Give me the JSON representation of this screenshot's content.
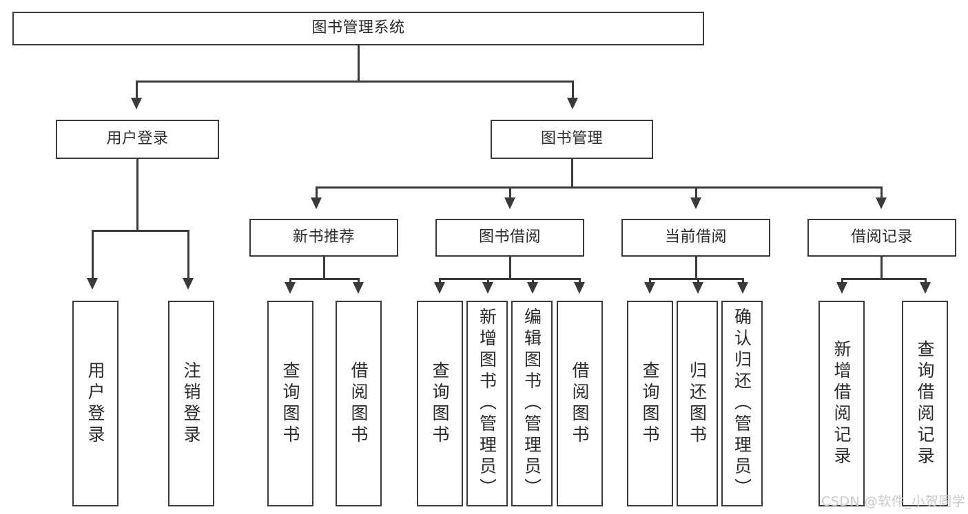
{
  "diagram": {
    "title_box": {
      "label": "图书管理系统"
    },
    "level2": [
      {
        "label": "用户登录"
      },
      {
        "label": "图书管理"
      }
    ],
    "level3": [
      {
        "label": "新书推荐"
      },
      {
        "label": "图书借阅"
      },
      {
        "label": "当前借阅"
      },
      {
        "label": "借阅记录"
      }
    ],
    "leaves": {
      "user_login": [
        {
          "label": "用户登录"
        },
        {
          "label": "注销登录"
        }
      ],
      "new_book_recommend": [
        {
          "label": "查询图书"
        },
        {
          "label": "借阅图书"
        }
      ],
      "book_borrow": [
        {
          "label": "查询图书"
        },
        {
          "label": "新增图书（管理员）"
        },
        {
          "label": "编辑图书（管理员）"
        },
        {
          "label": "借阅图书"
        }
      ],
      "current_borrow": [
        {
          "label": "查询图书"
        },
        {
          "label": "归还图书"
        },
        {
          "label": "确认归还（管理员）"
        }
      ],
      "borrow_record": [
        {
          "label": "新增借阅记录"
        },
        {
          "label": "查询借阅记录"
        }
      ]
    }
  },
  "watermark": {
    "text": "CSDN @软件_小贺同学"
  },
  "colors": {
    "stroke": "#3a3a3a",
    "text": "#2b2b2b",
    "background": "#ffffff",
    "watermark": "#c9c9c9"
  }
}
